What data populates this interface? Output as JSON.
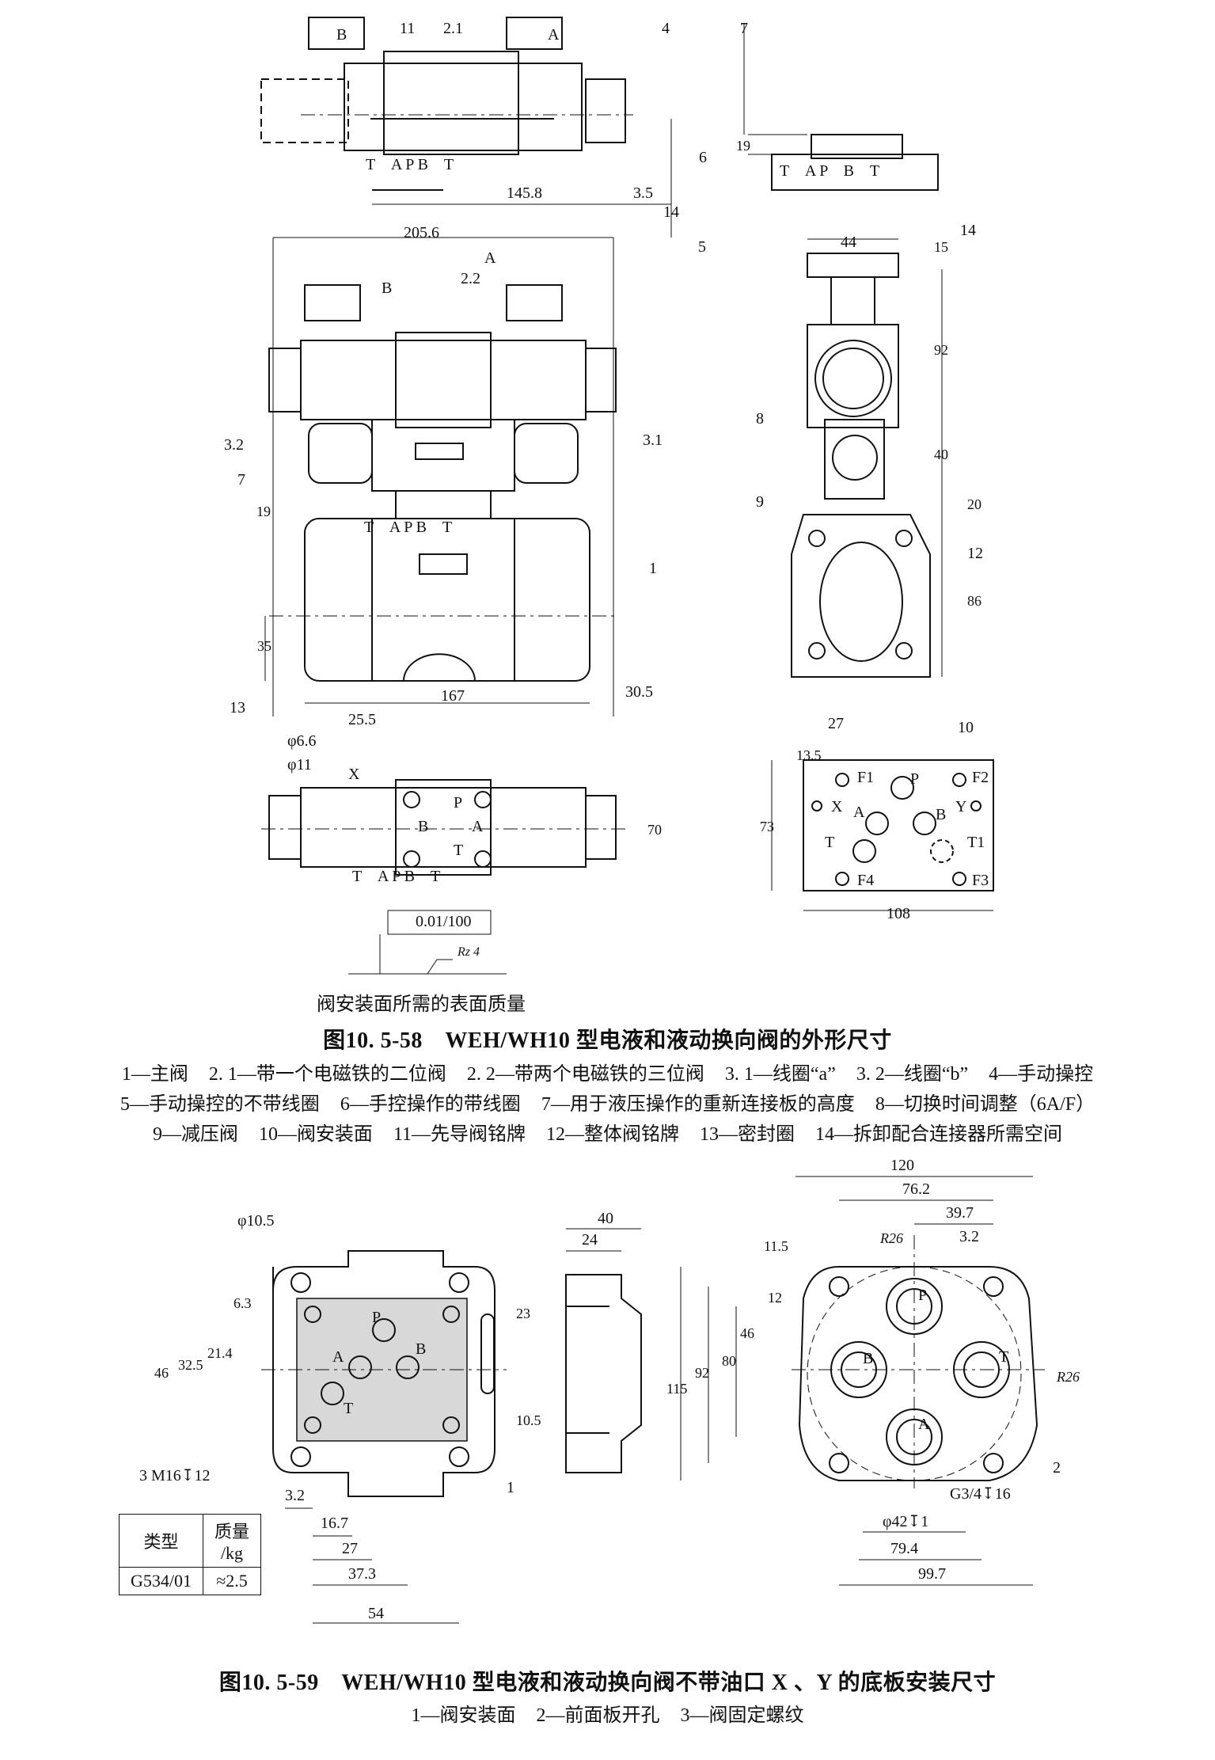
{
  "fig58": {
    "title": "图10. 5-58　WEH/WH10 型电液和液动换向阀的外形尺寸",
    "surface_note": "阀安装面所需的表面质量",
    "legend": [
      "1—主阀",
      "2. 1—带一个电磁铁的二位阀",
      "2. 2—带两个电磁铁的三位阀",
      "3. 1—线圈“a”",
      "3. 2—线圈“b”",
      "4—手动操控",
      "5—手动操控的不带线圈",
      "6—手控操作的带线圈",
      "7—用于液压操作的重新连接板的高度",
      "8—切换时间调整（6A/F）",
      "9—减压阀",
      "10—阀安装面",
      "11—先导阀铭牌",
      "12—整体阀铭牌",
      "13—密封圈",
      "14—拆卸配合连接器所需空间"
    ],
    "dims": [
      "145.8",
      "3.5",
      "14",
      "205.6",
      "19",
      "167",
      "30.5",
      "35",
      "25.5",
      "φ6.6",
      "φ11",
      "70",
      "0.01/100",
      "Rz 4",
      "44",
      "15",
      "92",
      "40",
      "20",
      "86",
      "27",
      "13.5",
      "73",
      "108"
    ],
    "callouts": [
      "11",
      "2.1",
      "4",
      "7",
      "6",
      "5",
      "14",
      "2.2",
      "3.2",
      "3.1",
      "1",
      "13",
      "8",
      "9",
      "12",
      "10"
    ],
    "ports": [
      "A",
      "B",
      "P",
      "T",
      "X",
      "Y",
      "F1",
      "F2",
      "F3",
      "F4",
      "T1"
    ]
  },
  "fig59": {
    "title": "图10. 5-59　WEH/WH10 型电液和液动换向阀不带油口 X 、Y 的底板安装尺寸",
    "legend": [
      "1—阀安装面",
      "2—前面板开孔",
      "3—阀固定螺纹"
    ],
    "dims": [
      "φ10.5",
      "6.3",
      "46",
      "32.5",
      "21.4",
      "23",
      "10.5",
      "M16↧12",
      "3.2",
      "16.7",
      "27",
      "37.3",
      "54",
      "40",
      "24",
      "120",
      "76.2",
      "39.7",
      "3.2",
      "11.5",
      "12",
      "46",
      "115",
      "92",
      "80",
      "R26",
      "R26",
      "G3/4↧16",
      "φ42↧1",
      "79.4",
      "99.7"
    ],
    "table": {
      "headers": [
        "类型",
        "质量\n/kg"
      ],
      "rows": [
        [
          "G534/01",
          "≈2.5"
        ]
      ]
    }
  }
}
